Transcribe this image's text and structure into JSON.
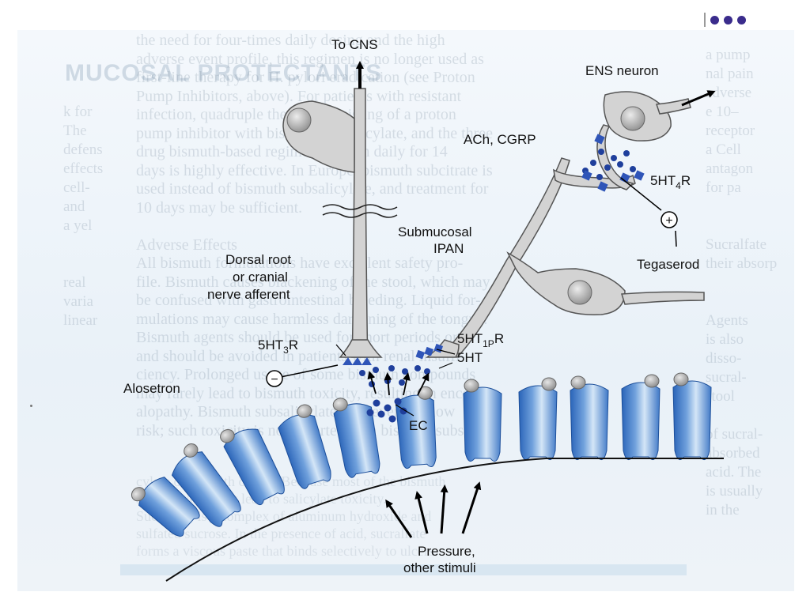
{
  "labels": {
    "to_cns": "To CNS",
    "ens_neuron": "ENS neuron",
    "ach_cgrp": "ACh, CGRP",
    "receptor_5ht4": {
      "base": "5HT",
      "sub": "4",
      "suffix": "R"
    },
    "tegaserod": "Tegaserod",
    "plus_sign": "+",
    "submucosal": "Submucosal",
    "ipan": "IPAN",
    "dorsal_root_line1": "Dorsal root",
    "dorsal_root_line2": "or cranial",
    "dorsal_root_line3": "nerve afferent",
    "receptor_5ht3": {
      "base": "5HT",
      "sub": "3",
      "suffix": "R"
    },
    "receptor_5ht1p": {
      "base": "5HT",
      "sub": "1P",
      "suffix": "R"
    },
    "serotonin_5ht": "5HT",
    "alosetron": "Alosetron",
    "minus_sign": "−",
    "ec_cell": "EC",
    "pressure_line1": "Pressure,",
    "pressure_line2": "other stimuli"
  },
  "background_page": {
    "heading": "MUCOSAL PROTECTANTS",
    "left_column": "k for\nThe\ndefens\neffects\ncell-\nand\na yel\n\n\nreal\nvaria\nlinear",
    "center_column": "the need for four-times daily dosing and the high\nadverse event profile, this regimen is no longer used as\nfirst-line therapy for H. pylori eradication (see Proton\nPump Inhibitors, above). For patients with resistant\ninfection, quadruple therapy consisting of a proton\npump inhibitor with bismuth subsalicylate, and the three\ndrug bismuth-based regimen is taken daily for 14\ndays is highly effective. In Europe, bismuth subcitrate is\nused instead of bismuth subsalicylate, and treatment for\n10 days may be sufficient.\n\nAdverse Effects\nAll bismuth formulations have excellent safety pro-\nfile. Bismuth causes blackening of the stool, which may\nbe confused with gastrointestinal bleeding. Liquid for-\nmulations may cause harmless darkening of the tongue.\nBismuth agents should be used for short periods only\nand should be avoided in patients with renal insuffi-\nciency. Prolonged usage of some bismuth compounds\nmay rarely lead to bismuth toxicity, resulting in enceph-\nalopathy. Bismuth subsalicylate, however, has low\nrisk; such toxicity is not reported with bismuth subsali-",
    "right_column": "a pump\nnal pain\nadverse\ne 10–\nreceptor\na Cell\nantagon\nfor pa\n\n\nSucralfate\ntheir absorp\n\n\nAgents\nis also\ndisso-\nsucral-\nstool\n\nof sucral-\nabsorbed\nacid. The\nis usually\nin the",
    "bottom_text": "cylate or bismuth citrate. Because most of the bismuth\nsubsalicylate may lead to salicylate toxicity.\nSucralfate is a complex of aluminum hydroxide and\nsulfated sucrose. In the presence of acid, sucralfate\nforms a viscous paste that binds selectively to ulcers."
  },
  "colors": {
    "epithelium_light": "#cfe2f4",
    "epithelium_dark": "#2a64b8",
    "granule": "#1f3f9c",
    "nerve_fill": "#d6d6d6",
    "receptor": "#2f55b8",
    "corner_dots": "#3a2c8c"
  }
}
